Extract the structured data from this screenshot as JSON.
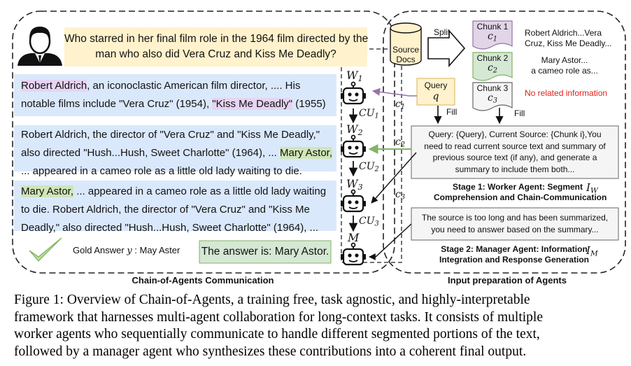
{
  "question": {
    "line1": "Who starred in her final film role in the 1964 film directed by the",
    "line2": "man who also did Vera Cruz and Kiss Me Deadly?"
  },
  "worker1": {
    "hl1": "Robert Aldrich",
    "t1": ", an iconoclastic American film director, .... His",
    "t2": "notable films include \"Vera Cruz\" (1954), ",
    "hl2": "\"Kiss Me Deadly\"",
    "t3": " (1955)"
  },
  "worker2": {
    "line1": "Robert Aldrich, the director of \"Vera Cruz\" and \"Kiss Me Deadly,\"",
    "line2a": "also directed \"Hush...Hush, Sweet Charlotte\" (1964), ... ",
    "hl": "Mary Astor,",
    "line3": "... appeared in a cameo role as a little old lady waiting to die."
  },
  "worker3": {
    "hl": "Mary Astor,",
    "line1b": " ... appeared in a cameo role as a little old lady waiting",
    "line2": "to die. Robert Aldrich, the director of \"Vera Cruz\" and \"Kiss Me",
    "line3": "Deadly,\" also directed \"Hush...Hush, Sweet Charlotte\" (1964), ..."
  },
  "gold_answer": {
    "prefix": "Gold Answer ",
    "var": "y",
    "suffix": " : May Aster"
  },
  "final_answer": "The answer is: Mary Astor.",
  "agents": {
    "w1": "W",
    "w1_sub": "1",
    "w2": "W",
    "w2_sub": "2",
    "w3": "W",
    "w3_sub": "3",
    "m": "M"
  },
  "comm": {
    "cu1": "CU",
    "cu1_sub": "1",
    "cu2": "CU",
    "cu2_sub": "2",
    "cu3": "CU",
    "cu3_sub": "3"
  },
  "chunk_refs": {
    "c1": "c",
    "c1_sub": "1",
    "c2": "c",
    "c2_sub": "2",
    "c3": "c",
    "c3_sub": "3"
  },
  "left_panel_label": "Chain-of-Agents Communication",
  "right_panel_label": "Input preparation of Agents",
  "source_docs": {
    "line1": "Source",
    "line2": "Docs"
  },
  "split_label": "Split",
  "chunks": [
    {
      "title": "Chunk 1",
      "var": "c",
      "sub": "1",
      "color": "#e1d5e7",
      "stroke": "#9673a6",
      "desc1": "Robert Aldrich...Vera",
      "desc2": "Cruz, Kiss Me Deadly..."
    },
    {
      "title": "Chunk 2",
      "var": "c",
      "sub": "2",
      "color": "#d5e8d4",
      "stroke": "#82b366",
      "desc1": "Mary Astor...",
      "desc2": "a cameo role as..."
    },
    {
      "title": "Chunk 3",
      "var": "c",
      "sub": "3",
      "color": "#f5f5f5",
      "stroke": "#666666",
      "desc1": "No related information",
      "desc2": ""
    }
  ],
  "query_box": {
    "line1": "Query",
    "var": "q"
  },
  "fill_label": "Fill",
  "worker_prompt": {
    "line1": "Query: {Query}, Current Source: {Chunk i},You",
    "line2": "need to read current source text and summary of",
    "line3": "previous source text (if any), and generate a",
    "line4": "summary to include them both..."
  },
  "stage1": {
    "line1": "Stage 1: Worker Agent: Segment",
    "line2": "Comprehension and Chain-Communication",
    "var": "I",
    "sub": "W"
  },
  "manager_prompt": {
    "line1": "The source is too long and has been summarized,",
    "line2": "you need to answer based on the summary..."
  },
  "stage2": {
    "line1": "Stage 2: Manager Agent: Information",
    "line2": "Integration and Response Generation",
    "var": "I",
    "sub": "M"
  },
  "caption": {
    "line1": "Figure 1:  Overview of Chain-of-Agents, a training free, task agnostic, and highly-interpretable",
    "line2": "framework that harnesses multi-agent collaboration for long-context tasks.  It consists of multiple",
    "line3": "worker agents who sequentially communicate to handle different segmented portions of the text,",
    "line4": "followed by a manager agent who synthesizes these contributions into a coherent final output."
  },
  "colors": {
    "query_yellow": "#fff2cc",
    "text_blue": "#dae8fc",
    "answer_green": "#d5e8d4",
    "highlight_purple": "#e1d5e7",
    "highlight_green": "#cfe6b8",
    "edge_purple": "#9673a6",
    "edge_green": "#82b366",
    "no_info_red": "#e0201b",
    "prompt_grey": "#f5f5f5"
  }
}
